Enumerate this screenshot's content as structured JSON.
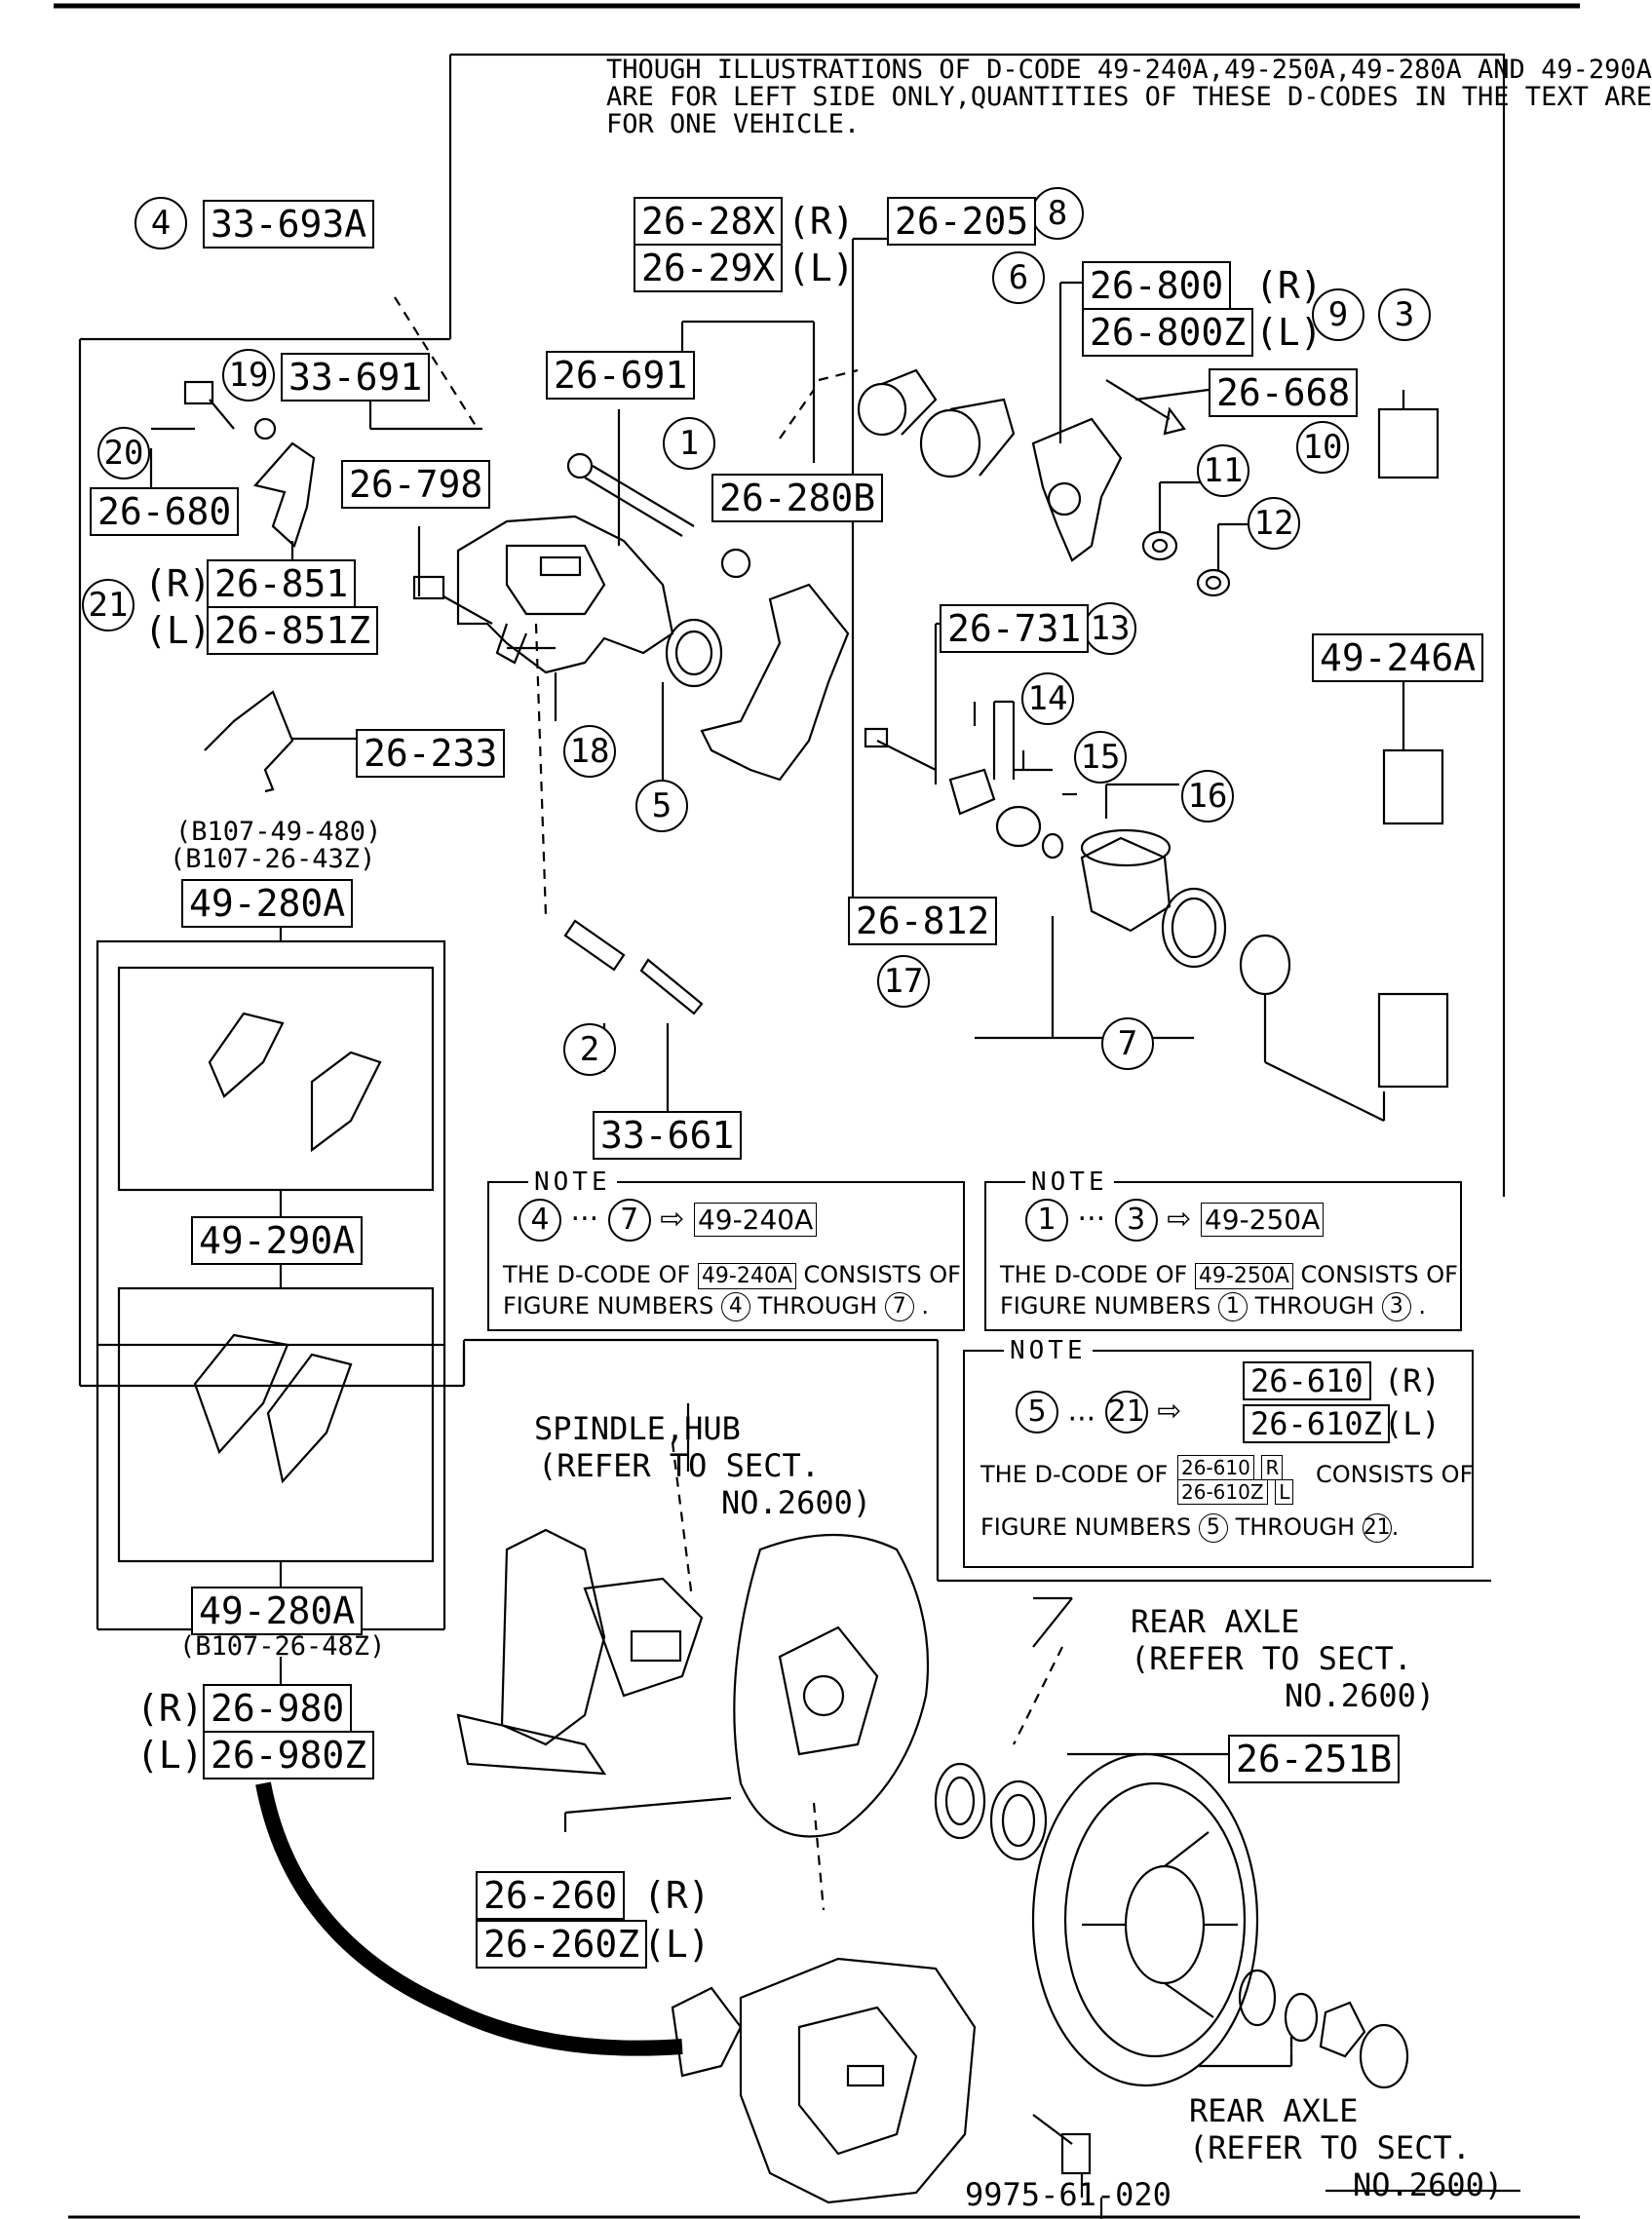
{
  "header_note": {
    "line1": "THOUGH ILLUSTRATIONS OF D-CODE 49-240A,49-250A,49-280A AND 49-290A",
    "line2": "ARE FOR LEFT SIDE ONLY,QUANTITIES OF THESE D-CODES IN THE TEXT ARE",
    "line3": "FOR ONE VEHICLE."
  },
  "callouts": {
    "c1": "1",
    "c2": "2",
    "c3": "3",
    "c4": "4",
    "c5": "5",
    "c6": "6",
    "c7": "7",
    "c8": "8",
    "c9": "9",
    "c10": "10",
    "c11": "11",
    "c12": "12",
    "c13": "13",
    "c14": "14",
    "c15": "15",
    "c16": "16",
    "c17": "17",
    "c18": "18",
    "c19": "19",
    "c20": "20",
    "c21": "21"
  },
  "parts": {
    "p33_693A": "33-693A",
    "p26_28X": "26-28X",
    "p26_29X": "26-29X",
    "r": "(R)",
    "l": "(L)",
    "r_plain": "R",
    "l_plain": "L",
    "p26_205": "26-205",
    "p26_800": "26-800",
    "p26_800Z": "26-800Z",
    "p26_691a": "26-691",
    "p33_691": "33-691",
    "p26_668": "26-668",
    "p26_798": "26-798",
    "p26_280B": "26-280B",
    "p26_680": "26-680",
    "p26_851": "26-851",
    "p26_851Z": "26-851Z",
    "p49_246A": "49-246A",
    "p26_731": "26-731",
    "p26_233": "26-233",
    "b1": "(B107-49-480)",
    "b2": "(B107-26-43Z)",
    "p49_280A_top": "49-280A",
    "p26_812": "26-812",
    "p33_661": "33-661",
    "p49_290A": "49-290A",
    "p49_280A_bot": "49-280A",
    "b3": "(B107-26-48Z)",
    "p26_980": "26-980",
    "p26_980Z": "26-980Z",
    "p26_251B": "26-251B",
    "p26_260": "26-260",
    "p26_260Z": "26-260Z",
    "p9975": "9975-61-020"
  },
  "notes": {
    "title": "NOTE",
    "n1_range": "···",
    "n1_target": "49-240A",
    "n1_line1a": "THE D-CODE OF",
    "n1_code": "49-240A",
    "n1_line1b": "CONSISTS OF",
    "n1_line2a": "FIGURE NUMBERS",
    "through": "THROUGH",
    "n2_range": "···",
    "n2_target": "49-250A",
    "n2_code": "49-250A",
    "n3_range": "...",
    "n3_t1": "26-610",
    "n3_t2": "26-610Z",
    "n3_code1": "26-610",
    "n3_code2": "26-610Z",
    "consists": "CONSISTS OF",
    "arrow": "⇨"
  },
  "refs": {
    "spindle_1": "SPINDLE,HUB",
    "spindle_2": "(REFER TO SECT.",
    "spindle_3": "NO.2600)",
    "axle1_1": "REAR AXLE",
    "axle1_2": "(REFER TO SECT.",
    "axle1_3": "NO.2600)",
    "axle2_1": "REAR AXLE",
    "axle2_2": "(REFER TO SECT.",
    "axle2_3": "NO.2600)"
  }
}
